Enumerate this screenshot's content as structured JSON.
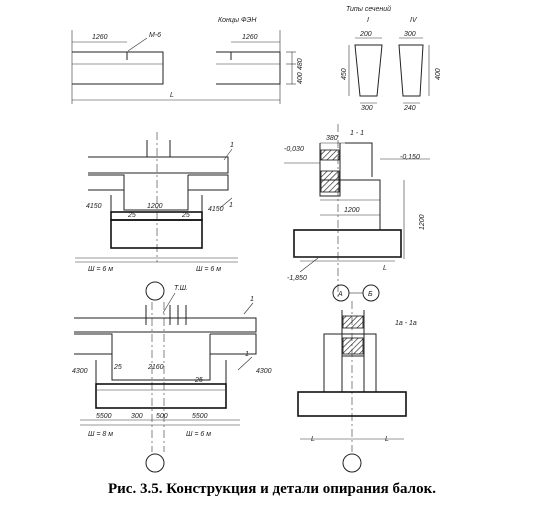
{
  "caption": "Рис. 3.5. Конструкция и детали опирания балок.",
  "labels": {
    "beam_end_details": "Концы ФЭН",
    "section_types": "Типы сечений",
    "section_type_1": "I",
    "section_type_4": "IV",
    "anchor": "М-6",
    "dim_1260_left": "1260",
    "dim_1260_right": "1260",
    "span_length": "L",
    "dim_480": "480",
    "dim_400": "400",
    "dim_200": "200",
    "dim_300_top": "300",
    "dim_300_bottom": "300",
    "dim_240": "240",
    "dim_450": "450",
    "dim_400b": "400",
    "section_1_1": "1 - 1",
    "mark_1_top": "1",
    "mark_1_bottom": "1",
    "mark_1_lower": "1",
    "mark_1_lower2": "1",
    "elev_0030": "-0,030",
    "elev_0150": "-0,150",
    "elev_1850": "-1,850",
    "dim_380": "380",
    "dim_1200a": "1200",
    "dim_1200b": "1200",
    "dim_1200c": "1200",
    "dim_4150": "4150",
    "dim_4150b": "4150",
    "dim_25a": "25",
    "dim_25b": "25",
    "grid_step_left": "Ш = 6 м",
    "grid_step_right": "Ш = 6 м",
    "joint": "Т.Ш.",
    "dim_4300a": "4300",
    "dim_4300b": "4300",
    "dim_2160": "2160",
    "dim_25c": "25",
    "dim_25d": "25",
    "dim_5500a": "5500",
    "dim_300c": "300",
    "dim_500": "500",
    "dim_5500b": "5500",
    "grid_step_left2": "Ш = 8 м",
    "grid_step_right2": "Ш = 6 м",
    "axis_a": "А",
    "axis_b": "Б",
    "section_1a": "1а - 1а",
    "L_left": "L",
    "L_right": "L"
  }
}
